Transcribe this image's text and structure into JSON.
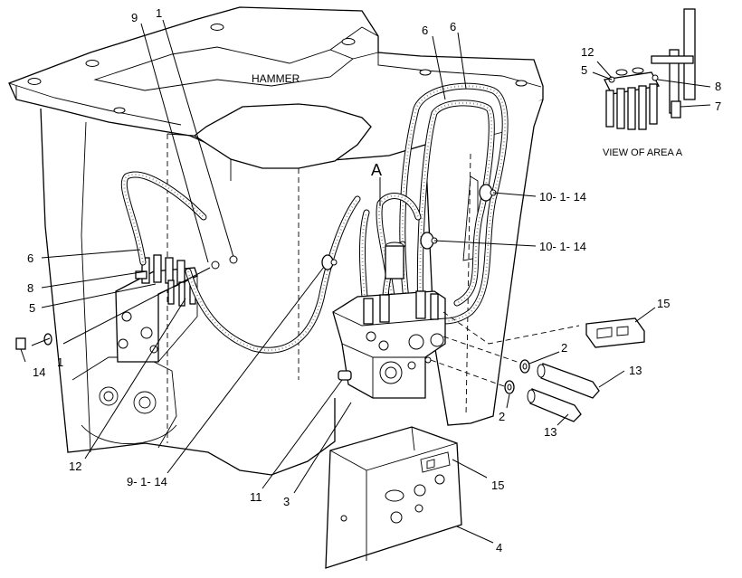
{
  "diagram": {
    "main_label": "HAMMER",
    "section_letter": "A",
    "inset_caption": "VIEW OF AREA  A",
    "callouts": {
      "c_9_top": "9",
      "c_1_top": "1",
      "c_6_left": "6",
      "c_8_left": "8",
      "c_5_left": "5",
      "c_1_left": "1",
      "c_14_left": "14",
      "c_12_bottom": "12",
      "c_9_1_14": "9- 1- 14",
      "c_11": "11",
      "c_3": "3",
      "c_4": "4",
      "c_15_lower": "15",
      "c_15_upper": "15",
      "c_2_upper": "2",
      "c_2_lower": "2",
      "c_13_upper": "13",
      "c_13_lower": "13",
      "c_10_1_14_upper": "10- 1- 14",
      "c_10_1_14_lower": "10- 1- 14",
      "c_6_top_a": "6",
      "c_6_top_b": "6",
      "c_12_inset": "12",
      "c_5_inset": "5",
      "c_8_inset": "8",
      "c_7_inset": "7"
    }
  }
}
